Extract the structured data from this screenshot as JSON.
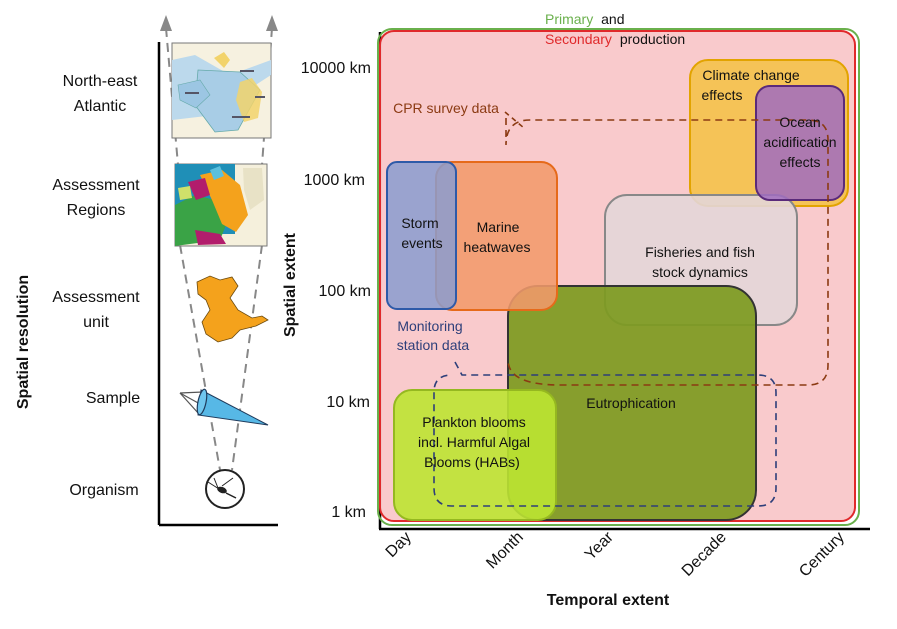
{
  "left_panel": {
    "axis_label": "Spatial resolution",
    "levels": [
      {
        "line1": "North-east",
        "line2": "Atlantic"
      },
      {
        "line1": "Assessment",
        "line2": "Regions"
      },
      {
        "line1": "Assessment",
        "line2": "unit"
      },
      {
        "line1": "Sample",
        "line2": ""
      },
      {
        "line1": "Organism",
        "line2": ""
      }
    ]
  },
  "y_axis": {
    "title": "Spatial extent",
    "ticks": [
      "10000 km",
      "1000 km",
      "100 km",
      "10 km",
      "1 km"
    ]
  },
  "x_axis": {
    "title": "Temporal extent",
    "ticks": [
      "Day",
      "Month",
      "Year",
      "Decade",
      "Century"
    ]
  },
  "legend": {
    "primary": "Primary",
    "and": "and",
    "secondary": "Secondary",
    "production": "production"
  },
  "regions": {
    "cpr": "CPR survey data",
    "monitoring_1": "Monitoring",
    "monitoring_2": "station data",
    "climate_1": "Climate change",
    "climate_2": "effects",
    "ocean_1": "Ocean",
    "ocean_2": "acidification",
    "ocean_3": "effects",
    "storm_1": "Storm",
    "storm_2": "events",
    "marine_1": "Marine",
    "marine_2": "heatwaves",
    "fish_1": "Fisheries and fish",
    "fish_2": "stock dynamics",
    "eutro": "Eutrophication",
    "plankton_1": "Plankton blooms",
    "plankton_2": "incl. Harmful Algal",
    "plankton_3": "Blooms (HABs)"
  },
  "colors": {
    "primary_green": "#6ab04c",
    "secondary_red": "#e0292b",
    "cpr_brown": "#8b3a12",
    "monitoring_blue": "#2e3f7a",
    "climate_yellow": "#f5c242",
    "ocean_purple": "#a06cc0",
    "storm_blue": "#8a9ccf",
    "marine_orange": "#f19a6b",
    "fish_grey": "#e3d6d8",
    "eutro_olive": "#7d9a20",
    "plankton_lime": "#bde432",
    "map_ocean": "#1f8fb7",
    "unit_orange": "#f4a21c",
    "sample_blue": "#57b8e6"
  }
}
